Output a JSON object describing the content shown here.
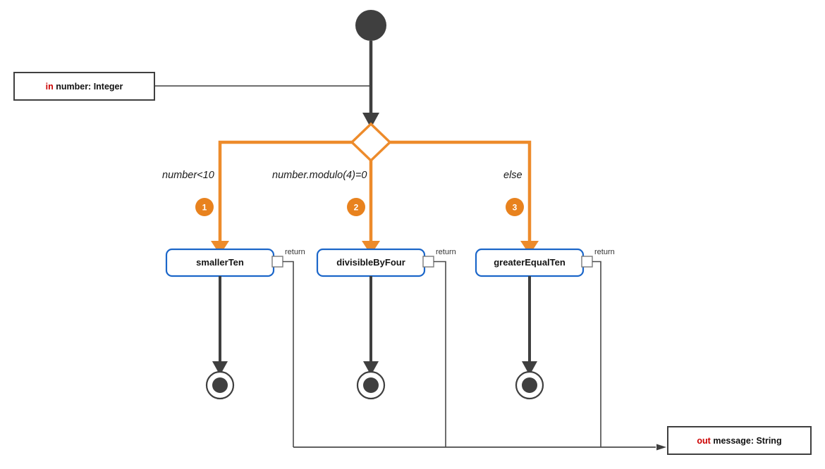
{
  "diagram": {
    "type": "uml-activity-diagram",
    "background": "#ffffff",
    "colors": {
      "control_flow": "#3f3f3f",
      "decision_flow": "#ed8b2b",
      "action_border": "#1b66c9",
      "keyword": "#cc0000",
      "badge": "#e8821e",
      "pin_border": "#7a7a7a",
      "object_flow": "#4a4a4a"
    },
    "input_parameter": {
      "keyword": "in",
      "text": "number: Integer"
    },
    "output_parameter": {
      "keyword": "out",
      "text": "message: String"
    },
    "initial_node": {
      "name": "initial-node"
    },
    "decision_node": {
      "name": "decision-diamond"
    },
    "branches": [
      {
        "badge": "1",
        "guard": "number<10",
        "action": "smallerTen",
        "pin": "return"
      },
      {
        "badge": "2",
        "guard": "number.modulo(4)=0",
        "action": "divisibleByFour",
        "pin": "return"
      },
      {
        "badge": "3",
        "guard": "else",
        "action": "greaterEqualTen",
        "pin": "return"
      }
    ],
    "final_nodes": [
      {
        "name": "activity-final-1"
      },
      {
        "name": "activity-final-2"
      },
      {
        "name": "activity-final-3"
      }
    ]
  }
}
